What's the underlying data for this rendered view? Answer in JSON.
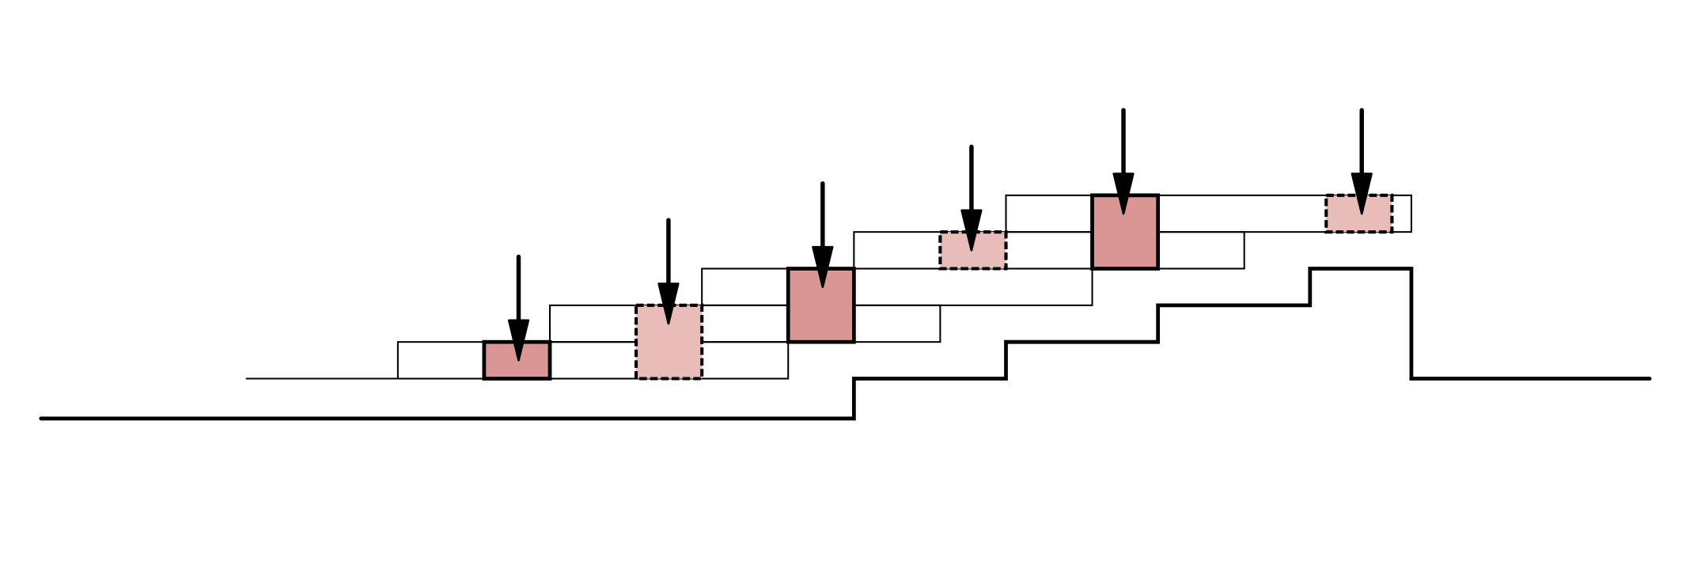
{
  "diagram": {
    "colors": {
      "strong_fill": "#d99694",
      "light_fill": "#e8bcb9",
      "stroke": "#000000",
      "background": "#ffffff"
    },
    "rows": 5,
    "highlighted_blocks": [
      {
        "style": "solid",
        "row_span": 1
      },
      {
        "style": "dashed",
        "row_span": 2
      },
      {
        "style": "solid",
        "row_span": 2
      },
      {
        "style": "dashed",
        "row_span": 1
      },
      {
        "style": "solid",
        "row_span": 2
      },
      {
        "style": "dashed",
        "row_span": 1
      }
    ],
    "arrow_count": 6
  }
}
